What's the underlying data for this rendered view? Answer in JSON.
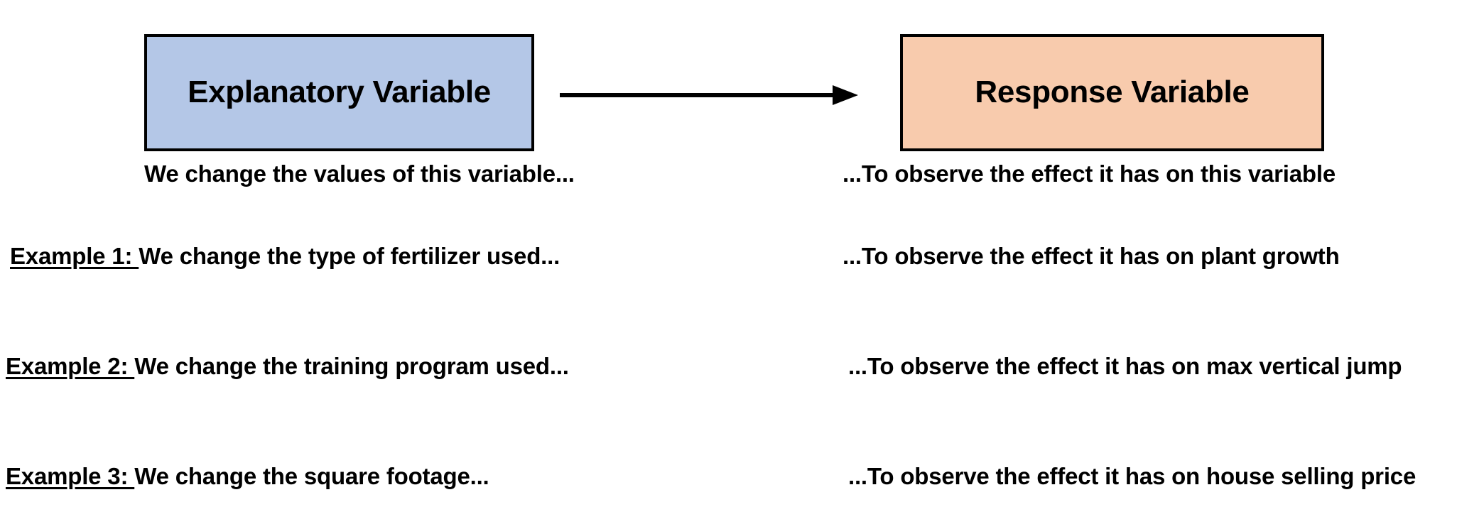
{
  "diagram": {
    "nodes": {
      "explanatory": {
        "label": "Explanatory Variable",
        "fill": "#b4c7e7",
        "stroke": "#000000"
      },
      "response": {
        "label": "Response Variable",
        "fill": "#f8cbad",
        "stroke": "#000000"
      }
    },
    "connector": {
      "name": "arrow-explanatory-to-response",
      "direction": "left-to-right",
      "color": "#000000"
    },
    "captions": {
      "left": "We change the values of this variable...",
      "right": "...To observe the effect it has on this variable"
    },
    "examples": [
      {
        "label": "Example 1: ",
        "left": "We change the type of fertilizer used...",
        "right": "...To observe the effect it has on plant growth"
      },
      {
        "label": "Example 2: ",
        "left": "We change the training program used...",
        "right": "...To observe the effect it has on max vertical jump"
      },
      {
        "label": "Example 3: ",
        "left": "We change the square footage...",
        "right": "...To observe the effect it has on house selling price"
      }
    ]
  }
}
